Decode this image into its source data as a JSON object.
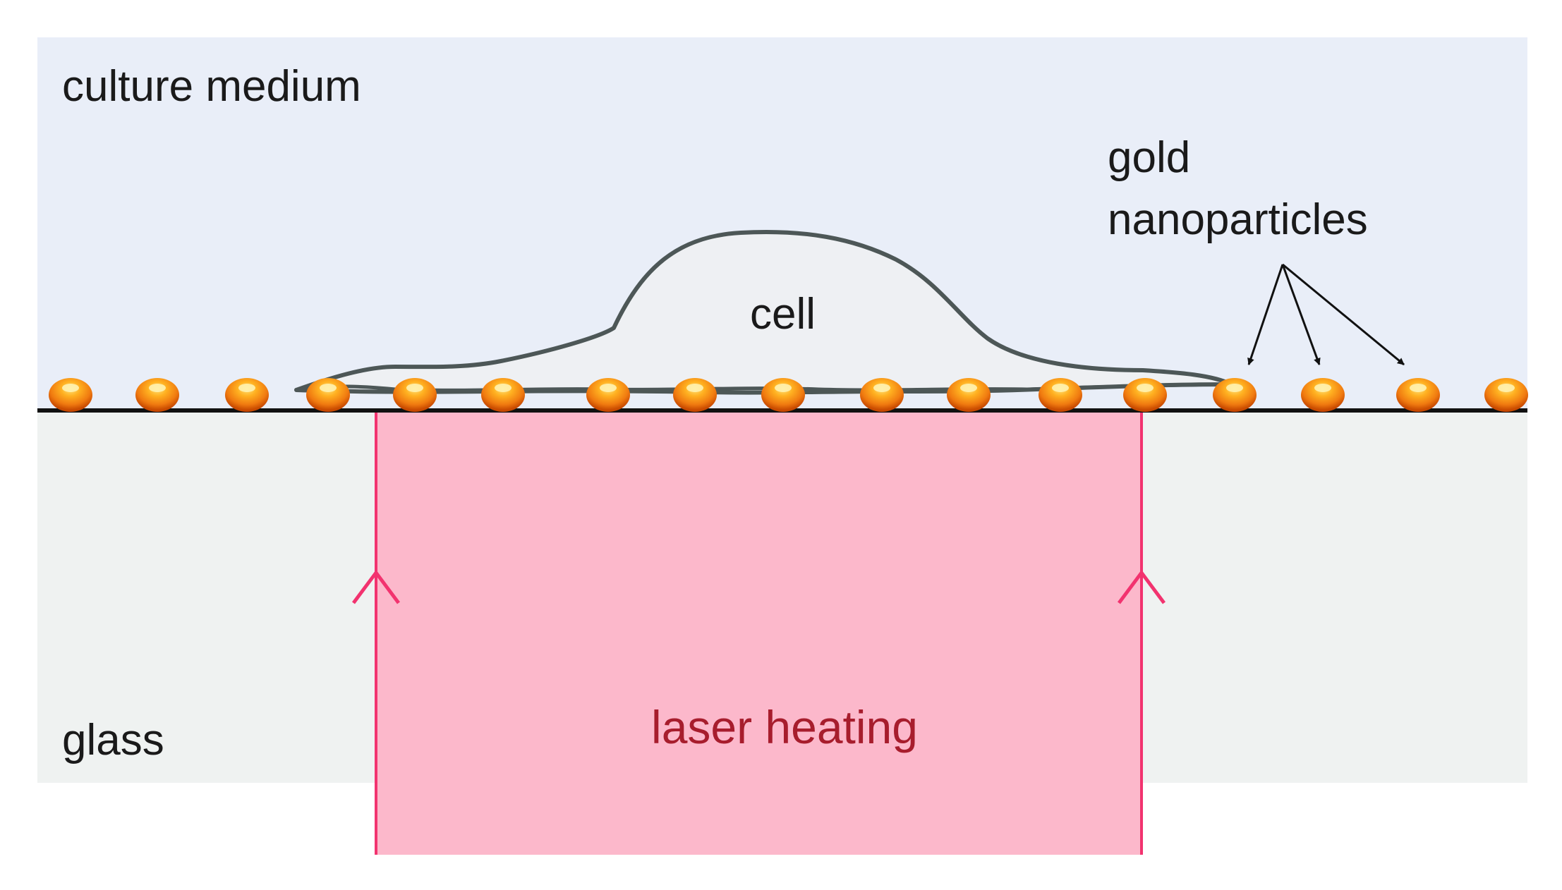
{
  "labels": {
    "medium": "culture medium",
    "glass": "glass",
    "cell": "cell",
    "nanoparticles_line1": "gold",
    "nanoparticles_line2": "nanoparticles",
    "laser": "laser heating"
  },
  "colors": {
    "medium_bg": "#e9eef8",
    "glass_bg": "#eff2f1",
    "laser_fill": "#fcb4c8",
    "laser_edge": "#f2336f",
    "laser_text": "#a71d2d",
    "cell_fill": "#eef0f3",
    "cell_outline": "#4d5757",
    "particle_dark": "#c84a00",
    "particle_mid": "#f07a10",
    "particle_light": "#ffd35a",
    "surface_line": "#111111",
    "text": "#1a1a1a"
  },
  "icons": {
    "laser_direction": "up-arrow-chevron",
    "pointer": "arrow-pointer"
  }
}
